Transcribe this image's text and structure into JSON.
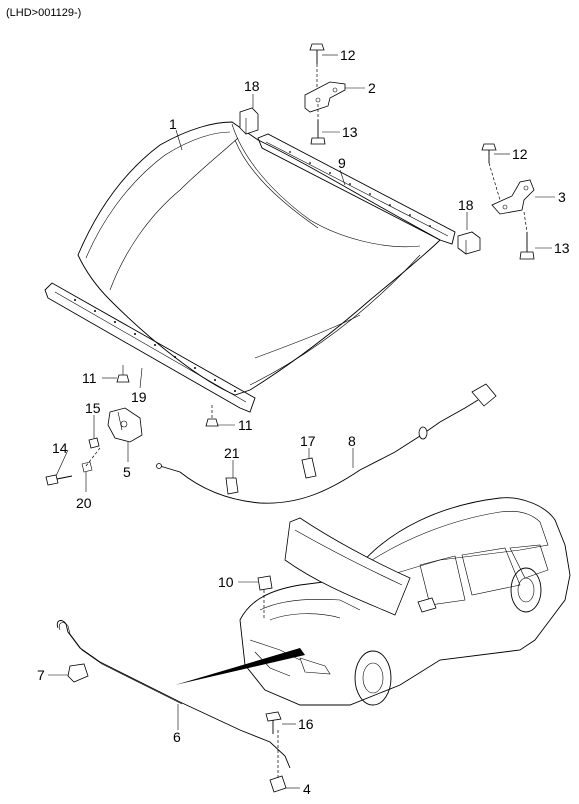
{
  "header": {
    "code": "(LHD>001129-)"
  },
  "callouts": {
    "p1": "1",
    "p2": "2",
    "p3": "3",
    "p4": "4",
    "p5": "5",
    "p6": "6",
    "p7": "7",
    "p8": "8",
    "p9": "9",
    "p10": "10",
    "p11a": "11",
    "p11b": "11",
    "p12a": "12",
    "p12b": "12",
    "p13a": "13",
    "p13b": "13",
    "p14": "14",
    "p15": "15",
    "p16": "16",
    "p17": "17",
    "p18a": "18",
    "p18b": "18",
    "p19": "19",
    "p20": "20",
    "p21": "21"
  }
}
